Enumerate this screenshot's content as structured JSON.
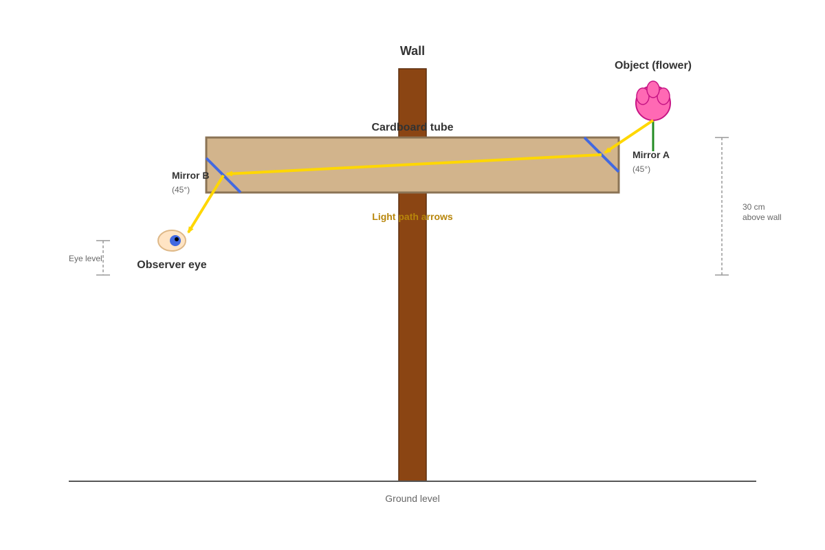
{
  "labels": {
    "wall": "Wall",
    "object": "Object (flower)",
    "tube": "Cardboard tube",
    "mirror_a": "Mirror A",
    "mirror_a_angle": "(45°)",
    "mirror_b": "Mirror B",
    "mirror_b_angle": "(45°)",
    "light_path": "Light path arrows",
    "observer": "Observer eye",
    "eye_level": "Eye level",
    "height_line1": "30 cm",
    "height_line2": "above wall",
    "ground": "Ground level"
  },
  "colors": {
    "wall": "#8b4513",
    "tube": "#d2b48c",
    "tube_border": "#8b7355",
    "mirror": "#4169e1",
    "light": "#ffd700",
    "flower": "#ff69b4",
    "flower_border": "#c71585",
    "stem": "#228b22",
    "eye_white": "#ffe4c4",
    "iris": "#4169e1"
  }
}
